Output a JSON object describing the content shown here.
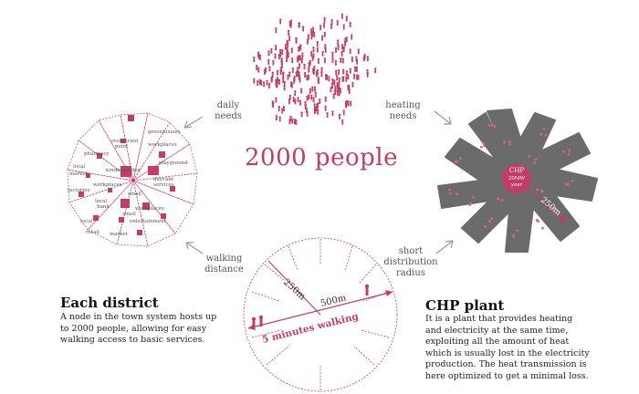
{
  "center": {
    "title": "2000 people"
  },
  "arrows": {
    "daily_needs": "daily\nneeds",
    "heating_needs": "heating\nneeds",
    "walking_distance": "walking\ndistance",
    "short_distribution": "short\ndistribution\nradius"
  },
  "district_map": {
    "labels": [
      "greenhouses",
      "restaurant",
      "point",
      "workplaces",
      "pharmacy",
      "playground",
      "local",
      "kindergarden",
      "market",
      "daycare",
      "services",
      "workplaces",
      "small",
      "factories",
      "local",
      "bank",
      "small",
      "workplaces",
      "entertainment",
      "local",
      "market",
      "retail"
    ]
  },
  "chp_map": {
    "center_label_1": "CHP",
    "center_label_2": "20MW",
    "center_label_3": "year",
    "radius_label": "250m"
  },
  "circle": {
    "radius_label": "250m",
    "diameter_label": "500m",
    "walk_label": "5 minutes walking"
  },
  "left_block": {
    "heading": "Each district",
    "text": [
      "A node in the town system hosts up",
      "to 2000 people, allowing for easy",
      "walking access to basic services."
    ]
  },
  "right_block": {
    "heading": "CHP plant",
    "text": [
      "It is a plant that provides heating",
      "and electricity at the same time,",
      "exploiting all the amount of heat",
      "which is usually lost in the electricity",
      "production. The heat transmission is",
      "here optimized to get a minimal loss."
    ]
  },
  "colors": {
    "accent": "#c23c66",
    "dark": "#6b6b6b",
    "text": "#222222"
  }
}
